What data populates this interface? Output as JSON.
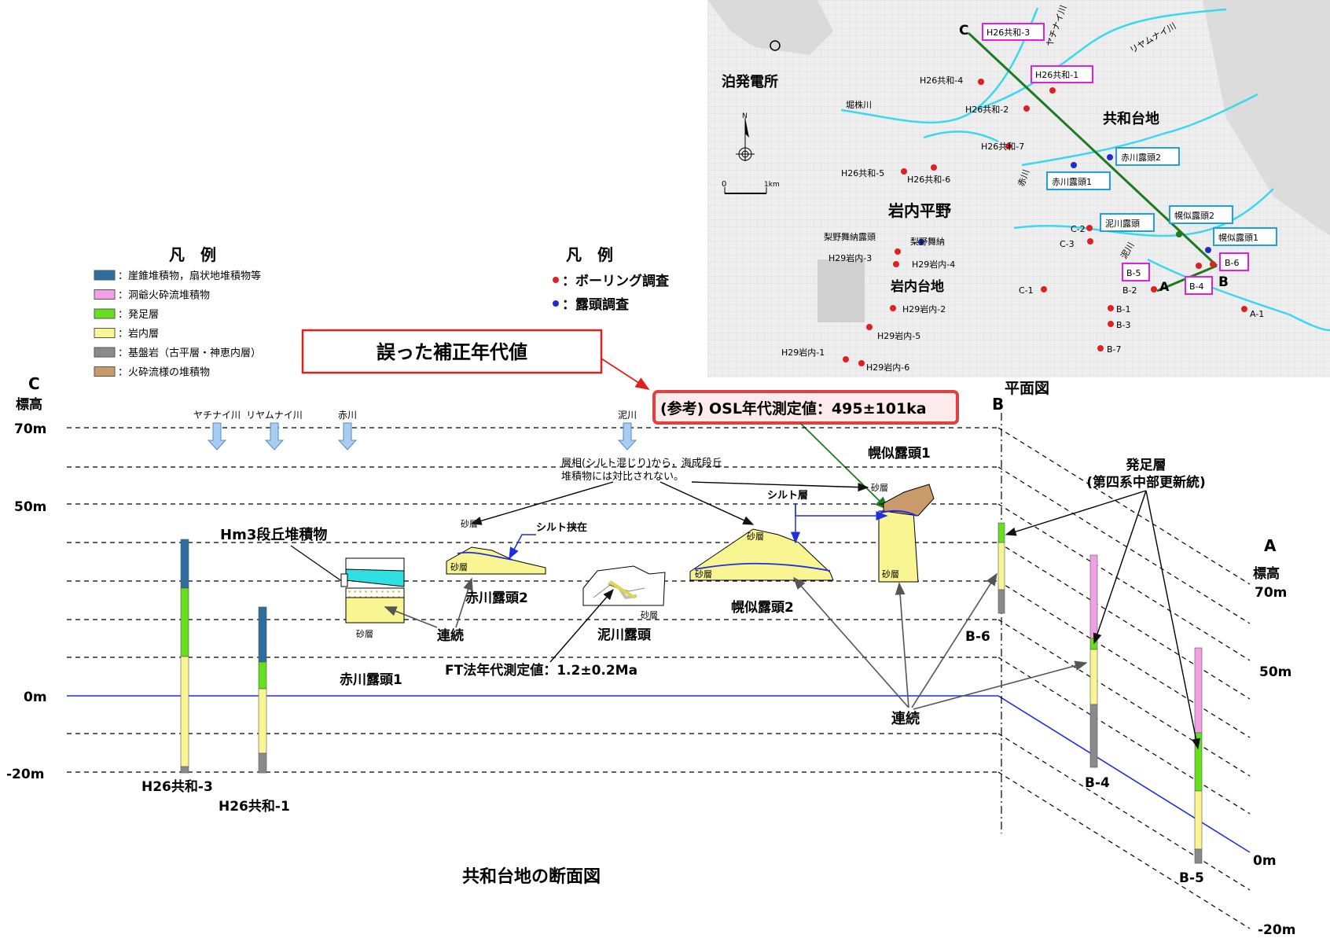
{
  "colors": {
    "talus": "#2e6e9e",
    "toya": "#f2a0e6",
    "hattari": "#66e01e",
    "iwanai": "#f8f592",
    "bedrock": "#8a8a8a",
    "pyroclastic": "#c99a6a",
    "boring_dot": "#e0201e",
    "outcrop_dot": "#1e2ec8",
    "river": "#3ad8f0",
    "section_line": "#1e7a1e",
    "sea_level": "#1e2ee0",
    "red": "#e0201e",
    "silt": "#1e2ee0",
    "green_text": "#1e8a1e"
  },
  "legend_strata": {
    "title": "凡　例",
    "items": [
      {
        "label": "：崖錐堆積物，扇状地堆積物等",
        "color": "#2e6e9e"
      },
      {
        "label": "：洞爺火砕流堆積物",
        "color": "#f2a0e6"
      },
      {
        "label": "：発足層",
        "color": "#66e01e"
      },
      {
        "label": "：岩内層",
        "color": "#f8f592"
      },
      {
        "label": "：基盤岩（古平層・神恵内層）",
        "color": "#8a8a8a"
      },
      {
        "label": "：火砕流様の堆積物",
        "color": "#c99a6a"
      }
    ]
  },
  "legend_survey": {
    "title": "凡　例",
    "boring": "：ボーリング調査",
    "outcrop": "：露頭調査"
  },
  "map": {
    "caption": "平面図",
    "places": {
      "plant": "泊発電所",
      "plain": "岩内平野",
      "kyowa": "共和台地",
      "iwanai_terrace": "岩内台地",
      "horikabu": "堀株川",
      "akagawa": "赤川",
      "yachinai": "ヤチナイ川",
      "riyamunai": "リヤムナイ川",
      "dorokawa": "泥川"
    },
    "scale_0": "0",
    "scale_1": "1km",
    "north": "N",
    "points": {
      "C": "C",
      "A": "A",
      "B": "B",
      "h26k3": "H26共和-3",
      "h26k1": "H26共和-1",
      "h26k4": "H26共和-4",
      "h26k2": "H26共和-2",
      "h26k7": "H26共和-7",
      "h26k5": "H26共和-5",
      "h26k6": "H26共和-6",
      "rinomai_out": "梨野舞納露頭",
      "rinomai": "梨野舞納",
      "h29i3": "H29岩内-3",
      "h29i4": "H29岩内-4",
      "h29i2": "H29岩内-2",
      "h29i5": "H29岩内-5",
      "h29i1": "H29岩内-1",
      "h29i6": "H29岩内-6",
      "c2": "C-2",
      "c3": "C-3",
      "c1": "C-1",
      "b5": "B-5",
      "b2": "B-2",
      "b4": "B-4",
      "b6": "B-6",
      "b1": "B-1",
      "b3": "B-3",
      "b7": "B-7",
      "a1": "A-1",
      "aka2": "赤川露頭2",
      "aka1": "赤川露頭1",
      "doro": "泥川露頭",
      "horo2": "幌似露頭2",
      "horo1": "幌似露頭1"
    }
  },
  "callout": "誤った補正年代値",
  "osl": "(参考) OSL年代測定値：495±101ka",
  "section": {
    "title": "共和台地の断面図",
    "left_end": "C",
    "right_end": "A",
    "mid_end": "B",
    "elev_label": "標高",
    "left_ticks": [
      "70m",
      "50m",
      "0m",
      "-20m"
    ],
    "right_ticks": [
      "70m",
      "50m",
      "0m",
      "-20m"
    ],
    "rivers": [
      "ヤチナイ川",
      "リヤムナイ川",
      "赤川",
      "泥川"
    ],
    "hm3": "Hm3段丘堆積物",
    "hattari": "発足層",
    "hattari_age": "(第四系中部更新統)",
    "facies_note_1": "層相(シルト混じり)から，海成段丘",
    "facies_note_2": "堆積物には対比されない。",
    "silt_interbed": "シルト挟在",
    "silt_layer": "シルト層",
    "sand": "砂層",
    "aka1": "赤川露頭1",
    "aka2": "赤川露頭2",
    "doro": "泥川露頭",
    "horo1": "幌似露頭1",
    "horo2": "幌似露頭2",
    "renzoku": "連続",
    "ft": "FT法年代測定値：1.2±0.2Ma",
    "bore_k3": "H26共和-3",
    "bore_k1": "H26共和-1",
    "bore_b6": "B-6",
    "bore_b4": "B-4",
    "bore_b5": "B-5"
  }
}
